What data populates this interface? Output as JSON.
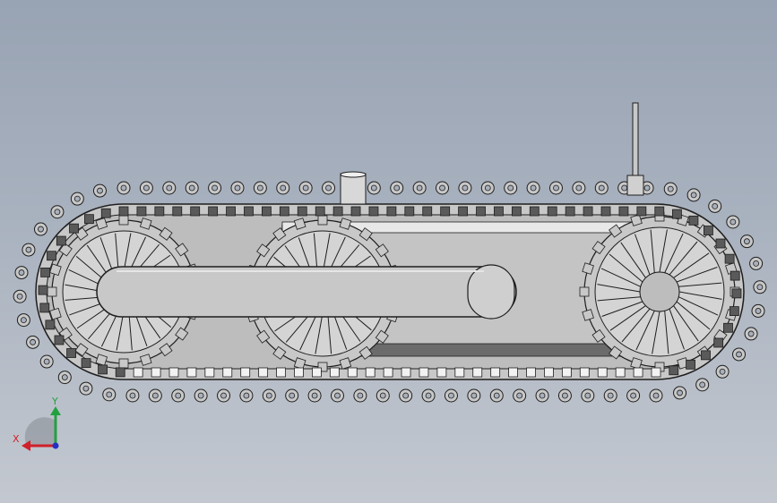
{
  "viewport": {
    "background_top": "#98a3b3",
    "background_bottom": "#c3c8d0"
  },
  "model": {
    "part_color": "#c8c8c8",
    "edge_color": "#1e1e1e",
    "link_dark_color": "#5a5a5a",
    "link_light_color": "#f2f2f2",
    "wheel_count": 3
  },
  "triad": {
    "x_label": "X",
    "y_label": "Y",
    "x_color": "#d0202a",
    "y_color": "#22a040",
    "z_color": "#2430c8"
  }
}
